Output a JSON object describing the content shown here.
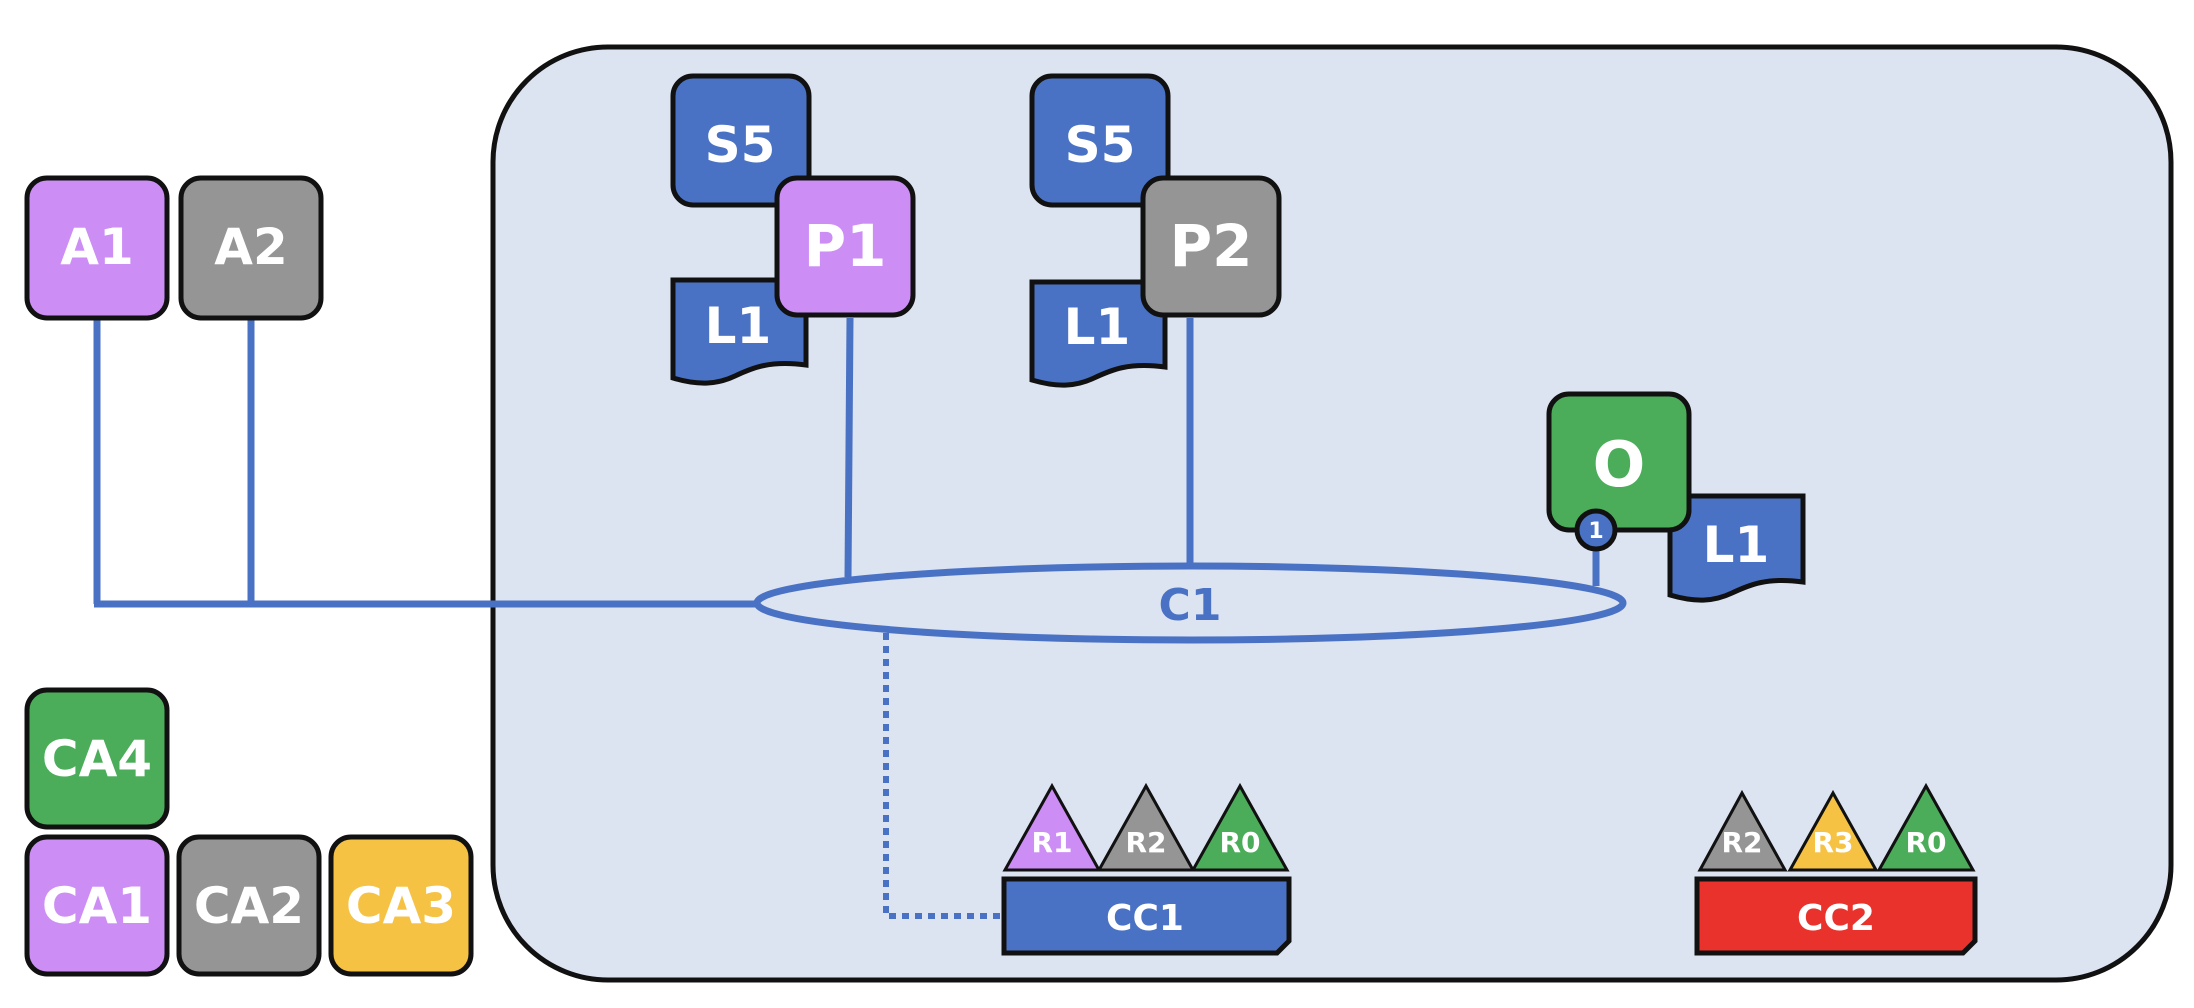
{
  "colors": {
    "blue": "#4a72c4",
    "purple": "#cc8df5",
    "gray": "#959595",
    "green": "#4bad5a",
    "yellow": "#f5c243",
    "red": "#e8322b",
    "region": "#dce3f1",
    "outline": "#111111"
  },
  "left_nodes": {
    "a1": "A1",
    "a2": "A2"
  },
  "ca_nodes": {
    "ca1": "CA1",
    "ca2": "CA2",
    "ca3": "CA3",
    "ca4": "CA4"
  },
  "peer1": {
    "name": "P1",
    "s": "S5",
    "l": "L1"
  },
  "peer2": {
    "name": "P2",
    "s": "S5",
    "l": "L1"
  },
  "orderer": {
    "name": "O",
    "badge": "1",
    "l": "L1"
  },
  "channel": {
    "name": "C1"
  },
  "cc1": {
    "name": "CC1",
    "roles": [
      "R1",
      "R2",
      "R0"
    ]
  },
  "cc2": {
    "name": "CC2",
    "roles": [
      "R2",
      "R3",
      "R0"
    ]
  }
}
